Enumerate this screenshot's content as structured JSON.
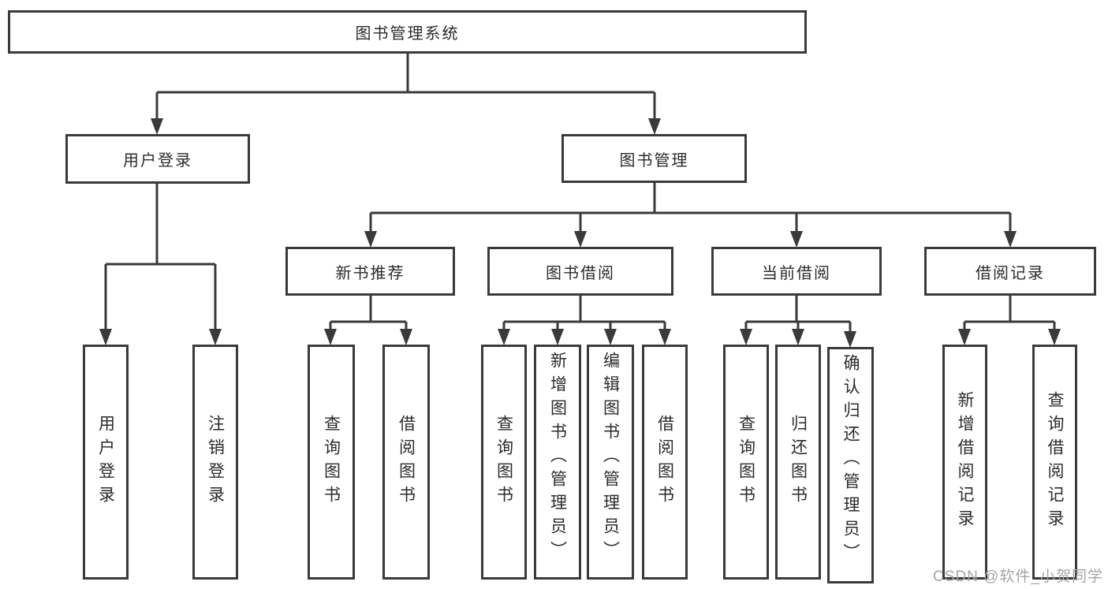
{
  "title": {
    "label": "图书管理系统"
  },
  "branches": {
    "user_login": {
      "label": "用户登录"
    },
    "book_management": {
      "label": "图书管理"
    }
  },
  "modules": {
    "new_book_recommend": {
      "label": "新书推荐"
    },
    "book_borrow": {
      "label": "图书借阅"
    },
    "current_borrow": {
      "label": "当前借阅"
    },
    "borrow_records": {
      "label": "借阅记录"
    }
  },
  "leaves": {
    "user_login": {
      "label": "用户登录"
    },
    "logout": {
      "label": "注销登录"
    },
    "nb_query_books": {
      "label": "查询图书"
    },
    "nb_borrow_books": {
      "label": "借阅图书"
    },
    "bb_query_books": {
      "label": "查询图书"
    },
    "bb_add_book_admin": {
      "label": "新增图书（管理员）"
    },
    "bb_edit_book_admin": {
      "label": "编辑图书（管理员）"
    },
    "bb_borrow_books": {
      "label": "借阅图书"
    },
    "cb_query_books": {
      "label": "查询图书"
    },
    "cb_return_book": {
      "label": "归还图书"
    },
    "cb_confirm_return_admin": {
      "label": "确认归还（管理员）"
    },
    "br_add_record": {
      "label": "新增借阅记录"
    },
    "br_query_record": {
      "label": "查询借阅记录"
    }
  },
  "watermark": {
    "text": "CSDN @软件_小贺同学"
  },
  "colors": {
    "line": "#3a3a3a",
    "text": "#2b2b2b",
    "box_background": "#ffffff",
    "background": "#ffffff",
    "watermark": "#a6a6a6"
  }
}
